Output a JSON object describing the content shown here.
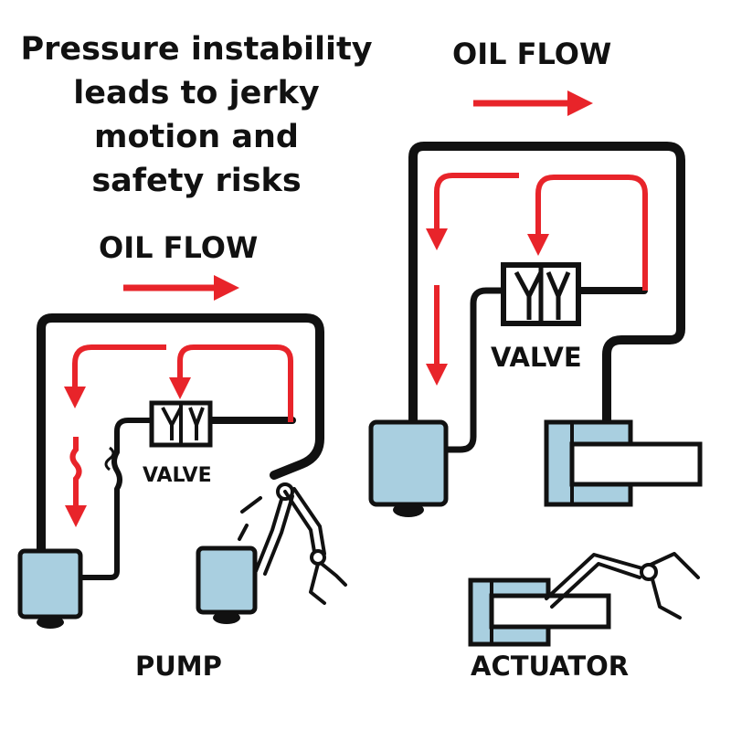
{
  "headline": {
    "line1": "Pressure instability",
    "line2": "leads to jerky",
    "line3": "motion and",
    "line4": "safety risks"
  },
  "left_diagram": {
    "flow_label": "OIL FLOW",
    "valve_label": "VALVE",
    "pump_label": "PUMP"
  },
  "right_diagram": {
    "flow_label": "OIL FLOW",
    "valve_label": "VALVE",
    "actuator_label": "ACTUATOR"
  },
  "colors": {
    "pipe": "#111111",
    "flow_arrow": "#e8242a",
    "component_fill": "#a9cfe0",
    "background": "#ffffff"
  },
  "icons": [
    "valve-symbol-icon",
    "pump-icon",
    "actuator-cylinder-icon",
    "robotic-arm-icon",
    "flow-arrow-icon"
  ]
}
